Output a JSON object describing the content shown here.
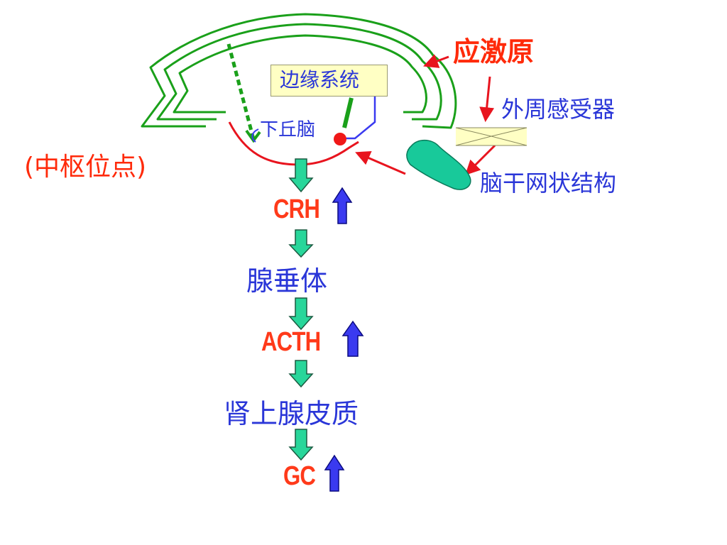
{
  "labels": {
    "stressor": "应激原",
    "peripheral_receptor": "外周感受器",
    "limbic_system": "边缘系统",
    "hypothalamus": "下丘脑",
    "central_site": "(中枢位点)",
    "brainstem_reticular": "脑干网状结构",
    "pituitary": "腺垂体",
    "adrenal_cortex": "肾上腺皮质"
  },
  "hormones": {
    "crh": "CRH",
    "acth": "ACTH",
    "gc": "GC"
  },
  "colors": {
    "label_blue": "#2a36d8",
    "label_red": "#ff2a0a",
    "brain_outline": "#1aa01a",
    "pathway_red": "#e8141e",
    "flow_arrow": "#28d69a",
    "increase_arrow": "#3a3af0",
    "limbic_box_fill": "#ffffc4",
    "brainstem_fill": "#18c99a"
  }
}
